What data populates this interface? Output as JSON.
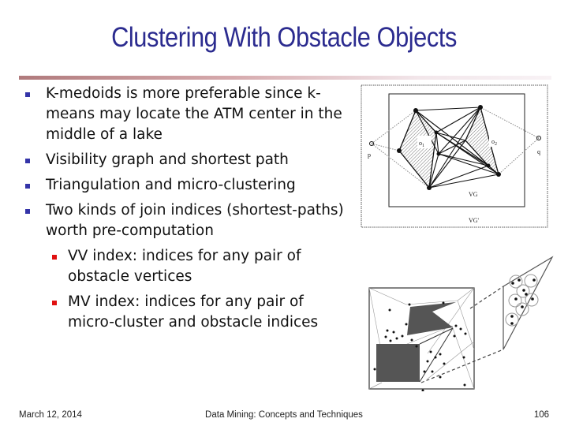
{
  "slide": {
    "title": "Clustering With Obstacle Objects",
    "bullets": [
      "K-medoids is more preferable since k-means may locate the ATM center in the middle of a lake",
      "Visibility graph and shortest path",
      "Triangulation and micro-clustering",
      "Two kinds of join indices (shortest-paths) worth pre-computation"
    ],
    "sub_bullets": [
      "VV index: indices for any pair of obstacle vertices",
      "MV index: indices for any pair of micro-cluster and obstacle indices"
    ],
    "figure1": {
      "labels": {
        "o1": "o1",
        "o2": "o2",
        "p": "p",
        "q": "q",
        "vg": "VG",
        "vg_prime": "VG'"
      }
    },
    "figure2": {
      "description": "Triangulation with obstacles and micro-clusters (zoomed inset)"
    },
    "colors": {
      "title": "#2b2b8f",
      "bullet": "#3434a8",
      "sub_bullet": "#e01010"
    }
  },
  "footer": {
    "date": "March 12, 2014",
    "title": "Data Mining: Concepts and Techniques",
    "page": "106"
  }
}
